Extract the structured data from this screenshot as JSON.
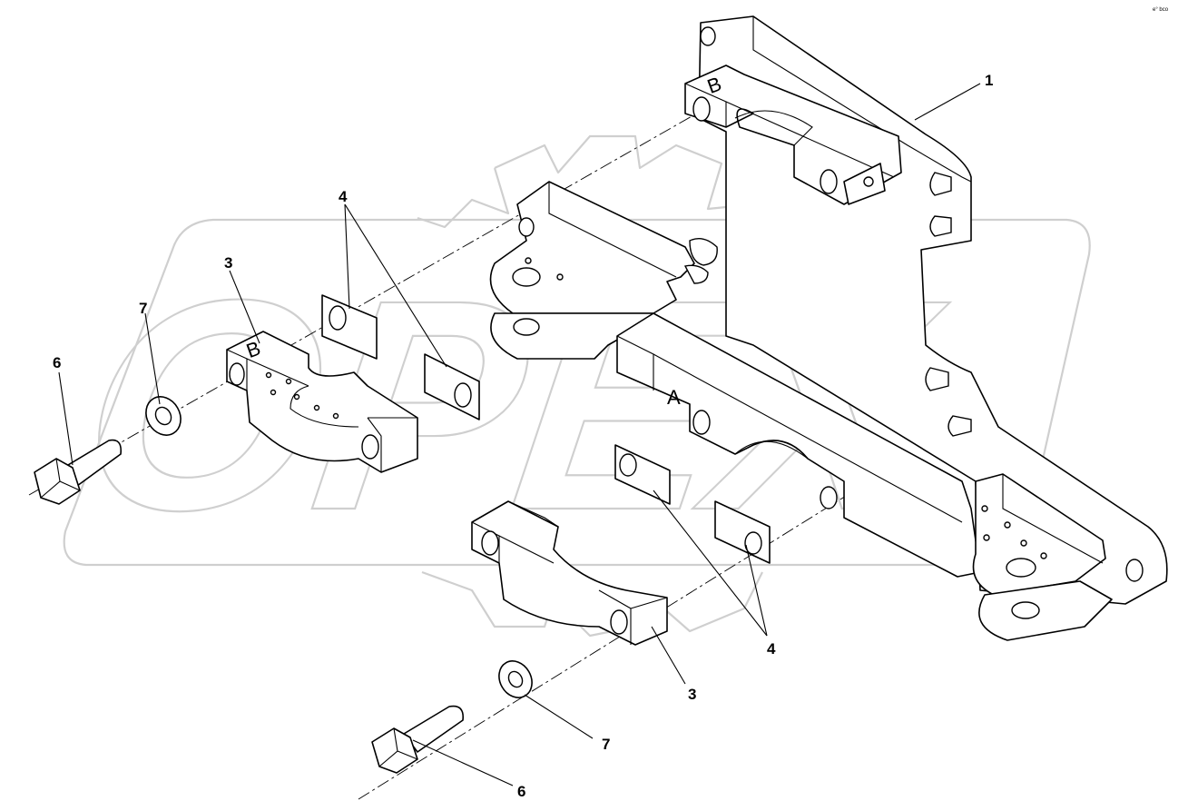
{
  "corner_mark": "e° bco",
  "watermark": "OPEX",
  "part_marks": {
    "frame_letter": "A",
    "cap_letter_upper_cap": "B",
    "cap_letter_frame": "B"
  },
  "callouts": [
    {
      "id": "c1",
      "text": "1"
    },
    {
      "id": "c3a",
      "text": "3"
    },
    {
      "id": "c3b",
      "text": "3"
    },
    {
      "id": "c4a",
      "text": "4"
    },
    {
      "id": "c4b",
      "text": "4"
    },
    {
      "id": "c6a",
      "text": "6"
    },
    {
      "id": "c6b",
      "text": "6"
    },
    {
      "id": "c7a",
      "text": "7"
    },
    {
      "id": "c7b",
      "text": "7"
    }
  ]
}
